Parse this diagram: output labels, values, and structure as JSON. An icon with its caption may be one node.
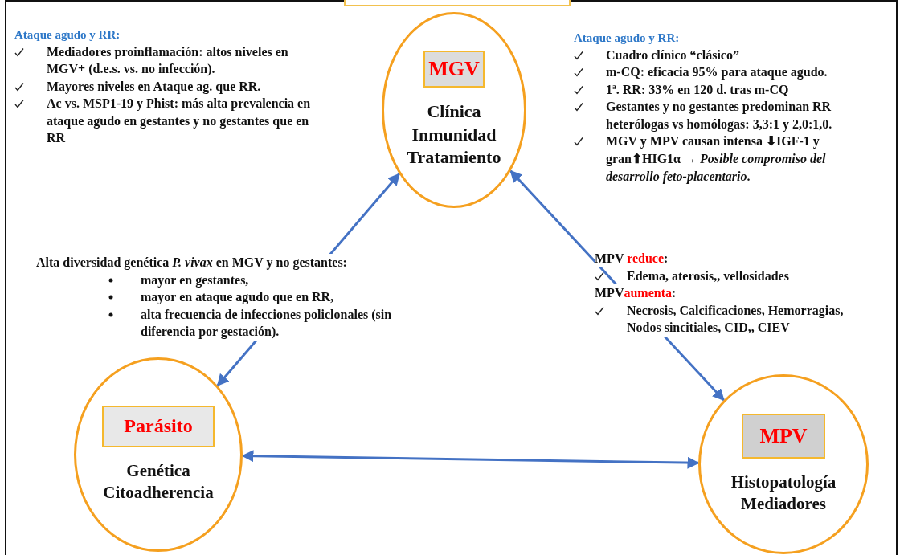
{
  "diagram": {
    "nodes": [
      {
        "text": [
          "Clínica Inmunidad Tratamiento"
        ]
      },
      {
        "text": [
          "MGV"
        ],
        "in": 0
      },
      {
        "text": [
          "Genética Citoadherencia"
        ]
      },
      {
        "text": [
          "Parásito"
        ],
        "in": 2
      },
      {
        "text": [
          "Histopatología Mediadores"
        ]
      },
      {
        "text": [
          "MPV"
        ],
        "in": 4
      }
    ],
    "edges": [
      {
        "from": 0,
        "to": 2,
        "arrow": "both"
      },
      {
        "from": 0,
        "to": 4,
        "arrow": "both"
      },
      {
        "from": 2,
        "to": 4,
        "arrow": "both"
      }
    ],
    "labels": [
      "Ataque agudo y RR:",
      "Mediadores proinflamación: altos niveles en MGV+ (d.e.s. vs. no infección).",
      "Mayores niveles en Ataque ag. que RR.",
      "Ac vs. MSP1-19 y Phist: más alta prevalencia en ataque agudo en gestantes y no gestantes que en RR",
      "Ataque agudo y RR:",
      "Cuadro clínico “clásico”",
      "m-CQ: eficacia 95% para ataque agudo.",
      "1ª. RR: 33% en 120 d. tras m-CQ",
      "Gestantes y no gestantes predominan RR heterólogas vs homólogas: 3,3:1 y 2,0:1,0.",
      "MGV y MPV causan intensa ⬇IGF-1 y gran⬆HIG1α → *Posible compromiso del desarrollo feto-placentario*.",
      "Alta diversidad genética *P. vivax* en MGV y no gestantes:",
      "mayor en gestantes,",
      "mayor en ataque agudo que en RR,",
      "alta frecuencia de infecciones policlonales (sin diferencia por gestación).",
      "MPV **reduce**:",
      "Edema, aterosis,, vellosidades",
      "MPV**aumenta**:",
      "Necrosis, Calcificaciones, Hemorragias, Nodos sincitiales, CID,, CIEV"
    ]
  }
}
